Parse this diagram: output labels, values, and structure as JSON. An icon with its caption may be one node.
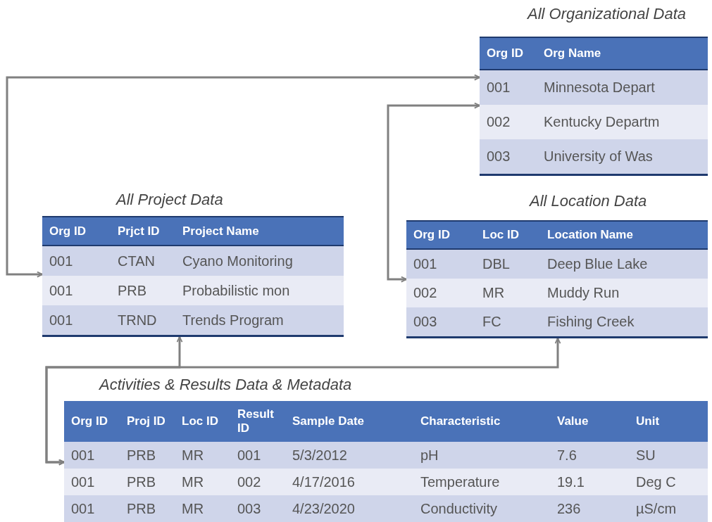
{
  "diagram": {
    "nodes": [
      {
        "text": [
          "All Organizational Data",
          "Org ID",
          "Org Name",
          "001",
          "Minnesota Depart",
          "002",
          "Kentucky Departm",
          "003",
          "University of Was"
        ]
      },
      {
        "text": [
          "All Project Data",
          "Org ID",
          "Prjct ID",
          "Project Name",
          "001",
          "CTAN",
          "Cyano Monitoring",
          "001",
          "PRB",
          "Probabilistic mon",
          "001",
          "TRND",
          "Trends Program"
        ]
      },
      {
        "text": [
          "All Location Data",
          "Org ID",
          "Loc ID",
          "Location Name",
          "001",
          "DBL",
          "Deep Blue Lake",
          "002",
          "MR",
          "Muddy Run",
          "003",
          "FC",
          "Fishing Creek"
        ]
      },
      {
        "text": [
          "Activities & Results Data & Metadata",
          "Org ID",
          "Proj ID",
          "Loc ID",
          "Result ID",
          "Sample Date",
          "Characteristic",
          "Value",
          "Unit",
          "001",
          "PRB",
          "MR",
          "001",
          "5/3/2012",
          "pH",
          "7.6",
          "SU",
          "001",
          "PRB",
          "MR",
          "002",
          "4/17/2016",
          "Temperature",
          "19.1",
          "Deg C",
          "001",
          "PRB",
          "MR",
          "003",
          "4/23/2020",
          "Conductivity",
          "236",
          "µS/cm"
        ]
      }
    ],
    "edges": [
      {
        "from": 1,
        "to": 0,
        "arrow": "both"
      },
      {
        "from": 2,
        "to": 0,
        "arrow": "both"
      },
      {
        "from": 3,
        "to": 1,
        "arrow": "both"
      },
      {
        "from": 3,
        "to": 2,
        "arrow": "both"
      }
    ]
  }
}
